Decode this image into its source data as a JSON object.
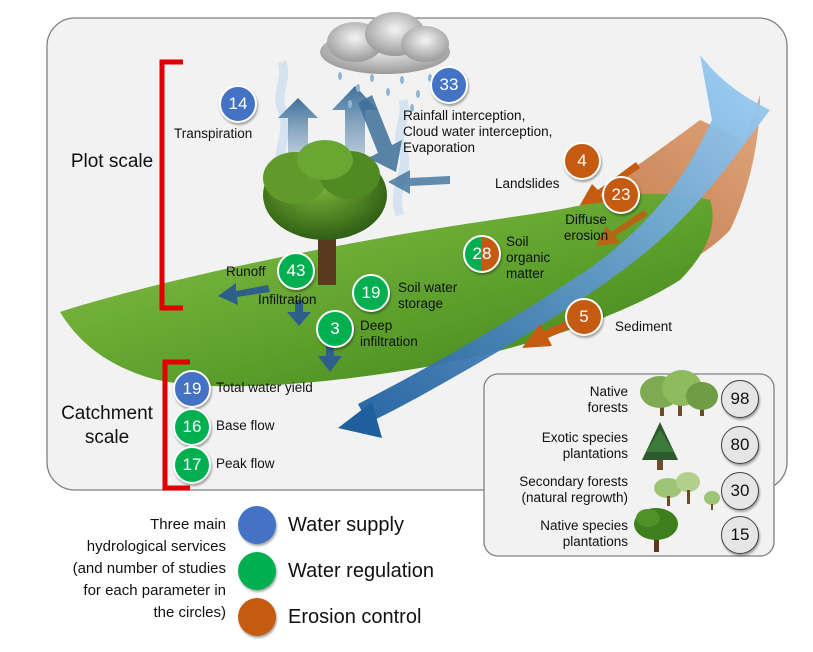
{
  "scales": {
    "plot": "Plot scale",
    "catchment_line1": "Catchment",
    "catchment_line2": "scale"
  },
  "parameters": {
    "transpiration": {
      "label": "Transpiration",
      "count": "14",
      "service": "Water supply"
    },
    "rainfall": {
      "line1": "Rainfall interception,",
      "line2": "Cloud water interception,",
      "line3": "Evaporation",
      "count": "33",
      "service": "Water supply"
    },
    "landslides": {
      "label": "Landslides",
      "count": "4",
      "service": "Erosion control"
    },
    "diffuse": {
      "line1": "Diffuse",
      "line2": "erosion",
      "count": "23",
      "service": "Erosion control"
    },
    "som": {
      "line1": "Soil",
      "line2": "organic",
      "line3": "matter",
      "count": "28",
      "service": "Water regulation / Erosion control"
    },
    "runoff": {
      "label": "Runoff",
      "count": "43",
      "service": "Water regulation"
    },
    "infiltration": {
      "label": "Infiltration"
    },
    "storage": {
      "line1": "Soil water",
      "line2": "storage",
      "count": "19",
      "service": "Water regulation"
    },
    "deep": {
      "line1": "Deep",
      "line2": "infiltration",
      "count": "3",
      "service": "Water regulation"
    },
    "sediment": {
      "label": "Sediment",
      "count": "5",
      "service": "Erosion control"
    },
    "yield": {
      "label": "Total water yield",
      "count": "19",
      "service": "Water supply"
    },
    "baseflow": {
      "label": "Base flow",
      "count": "16",
      "service": "Water regulation"
    },
    "peakflow": {
      "label": "Peak flow",
      "count": "17",
      "service": "Water regulation"
    }
  },
  "forests": [
    {
      "line1": "Native",
      "line2": "forests",
      "count": "98"
    },
    {
      "line1": "Exotic species",
      "line2": "plantations",
      "count": "80"
    },
    {
      "line1": "Secondary forests",
      "line2": "(natural regrowth)",
      "count": "30"
    },
    {
      "line1": "Native species",
      "line2": "plantations",
      "count": "15"
    }
  ],
  "legend": {
    "lines": [
      "Three main",
      "hydrological services",
      "(and number of studies",
      "for each parameter in",
      "the circles)"
    ],
    "items": [
      {
        "label": "Water supply",
        "color": "#4472c4"
      },
      {
        "label": "Water regulation",
        "color": "#00b050"
      },
      {
        "label": "Erosion control",
        "color": "#c55a11"
      }
    ]
  },
  "colors": {
    "bracket": "#e00000",
    "panel_bg": "#f2f2f2",
    "land": "#6aaa2e",
    "mountain": "#c07a4a",
    "stream": "#2e75b6"
  }
}
